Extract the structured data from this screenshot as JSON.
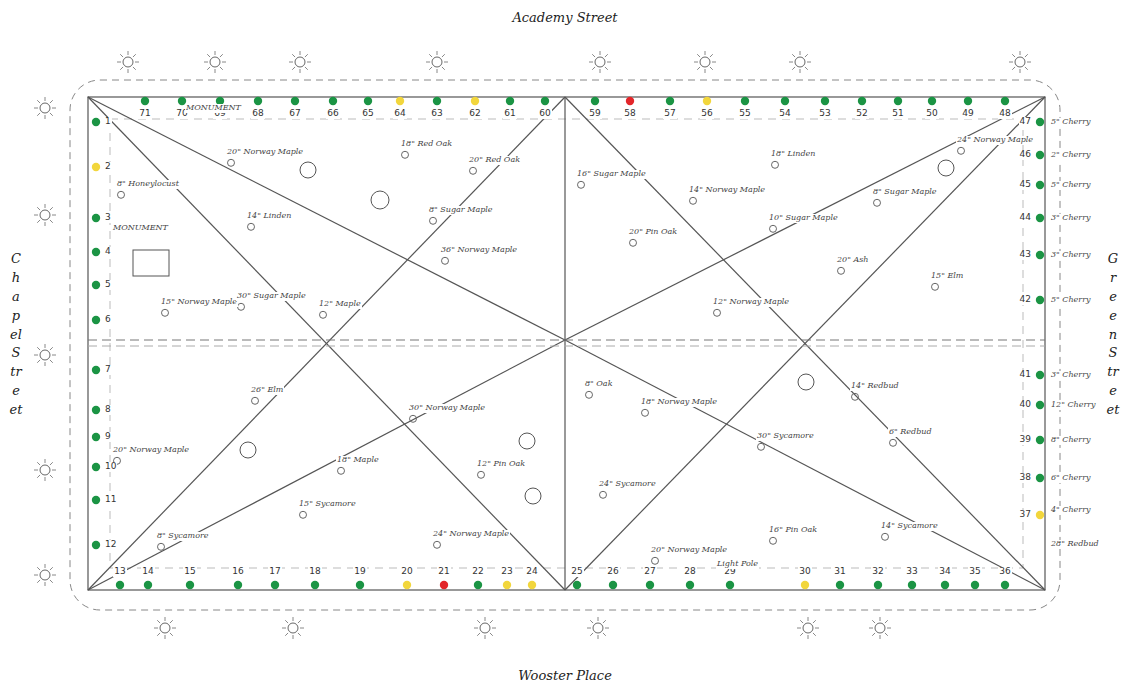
{
  "diagram": {
    "labels": [
      "Academy Street",
      "Wooster Place",
      "Chapel Street",
      "Green Street",
      "1",
      "2",
      "3",
      "4",
      "5",
      "6",
      "7",
      "8",
      "9",
      "10",
      "11",
      "12",
      "13",
      "14",
      "15",
      "16",
      "17",
      "18",
      "19",
      "20",
      "21",
      "22",
      "23",
      "24",
      "25",
      "26",
      "27",
      "28",
      "29",
      "30",
      "31",
      "32",
      "33",
      "34",
      "35",
      "36",
      "37",
      "38",
      "39",
      "40",
      "41",
      "42",
      "43",
      "44",
      "45",
      "46",
      "47",
      "48",
      "49",
      "50",
      "51",
      "52",
      "53",
      "54",
      "55",
      "56",
      "57",
      "58",
      "59",
      "60",
      "61",
      "62",
      "63",
      "64",
      "65",
      "66",
      "67",
      "68",
      "69",
      "70",
      "71",
      "MONUMENT",
      "MONUMENT",
      "8\" Honeylocust",
      "20\" Norway Maple",
      "14\" Linden",
      "12\" Maple",
      "18\" Red Oak",
      "8\" Sugar Maple",
      "20\" Red Oak",
      "36\" Norway Maple",
      "15\" Norway Maple",
      "30\" Sugar Maple",
      "16\" Sugar Maple",
      "20\" Pin Oak",
      "14\" Norway Maple",
      "18\" Linden",
      "10\" Sugar Maple",
      "20\" Ash",
      "24\" Norway Maple",
      "15\" Elm",
      "12\" Norway Maple",
      "8\" Sugar Maple",
      "20\" Norway Maple",
      "8\" Sycamore",
      "26\" Elm",
      "15\" Sycamore",
      "18\" Maple",
      "30\" Norway Maple",
      "12\" Pin Oak",
      "24\" Norway Maple",
      "8\" Oak",
      "18\" Norway Maple",
      "24\" Sycamore",
      "30\" Sycamore",
      "14\" Redbud",
      "6\" Redbud",
      "16\" Pin Oak",
      "14\" Sycamore",
      "20\" Norway Maple",
      "Light Pole",
      "5\" Cherry",
      "2\" Cherry",
      "5\" Cherry",
      "3\" Cherry",
      "3\" Cherry",
      "5\" Cherry",
      "3\" Cherry",
      "12\" Cherry",
      "8\" Cherry",
      "6\" Cherry",
      "4\" Cherry",
      "28\" Redbud"
    ]
  }
}
